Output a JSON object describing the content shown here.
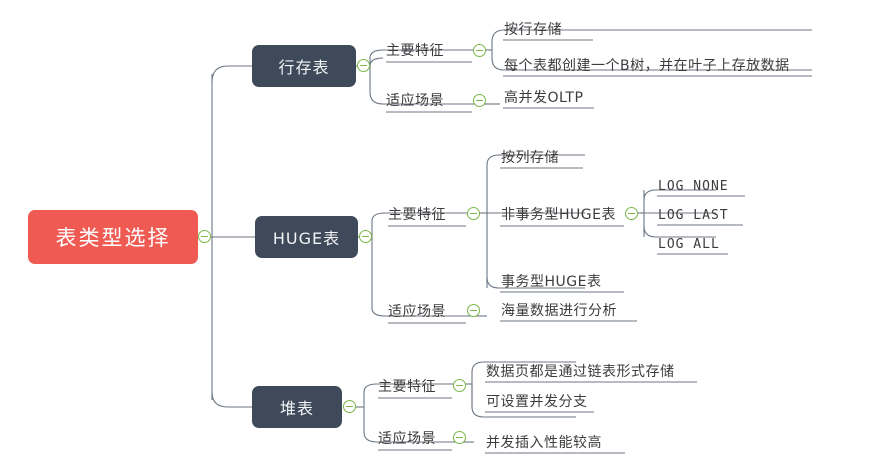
{
  "meta": {
    "background": "#ffffff",
    "root_color": "#ef5b53",
    "branch_color": "#3e4a59",
    "toggle_color": "#7ab648",
    "line_color": "#6c7683",
    "text_color": "#3c3c3c"
  },
  "root": {
    "label": "表类型选择"
  },
  "branches": [
    {
      "label": "行存表",
      "groups": [
        {
          "label": "主要特征",
          "items": [
            {
              "label": "按行存储"
            },
            {
              "label": "每个表都创建一个B树，并在叶子上存放数据"
            }
          ]
        },
        {
          "label": "适应场景",
          "items": [
            {
              "label": "高并发OLTP"
            }
          ]
        }
      ]
    },
    {
      "label": "HUGE表",
      "groups": [
        {
          "label": "主要特征",
          "items": [
            {
              "label": "按列存储"
            },
            {
              "label": "非事务型HUGE表",
              "children": [
                {
                  "label": "LOG NONE"
                },
                {
                  "label": "LOG LAST"
                },
                {
                  "label": "LOG ALL"
                }
              ]
            },
            {
              "label": "事务型HUGE表"
            }
          ]
        },
        {
          "label": "适应场景",
          "items": [
            {
              "label": "海量数据进行分析"
            }
          ]
        }
      ]
    },
    {
      "label": "堆表",
      "groups": [
        {
          "label": "主要特征",
          "items": [
            {
              "label": "数据页都是通过链表形式存储"
            },
            {
              "label": "可设置并发分支"
            }
          ]
        },
        {
          "label": "适应场景",
          "items": [
            {
              "label": "并发插入性能较高"
            }
          ]
        }
      ]
    }
  ],
  "icons": {
    "collapse": "collapse-toggle-icon"
  }
}
